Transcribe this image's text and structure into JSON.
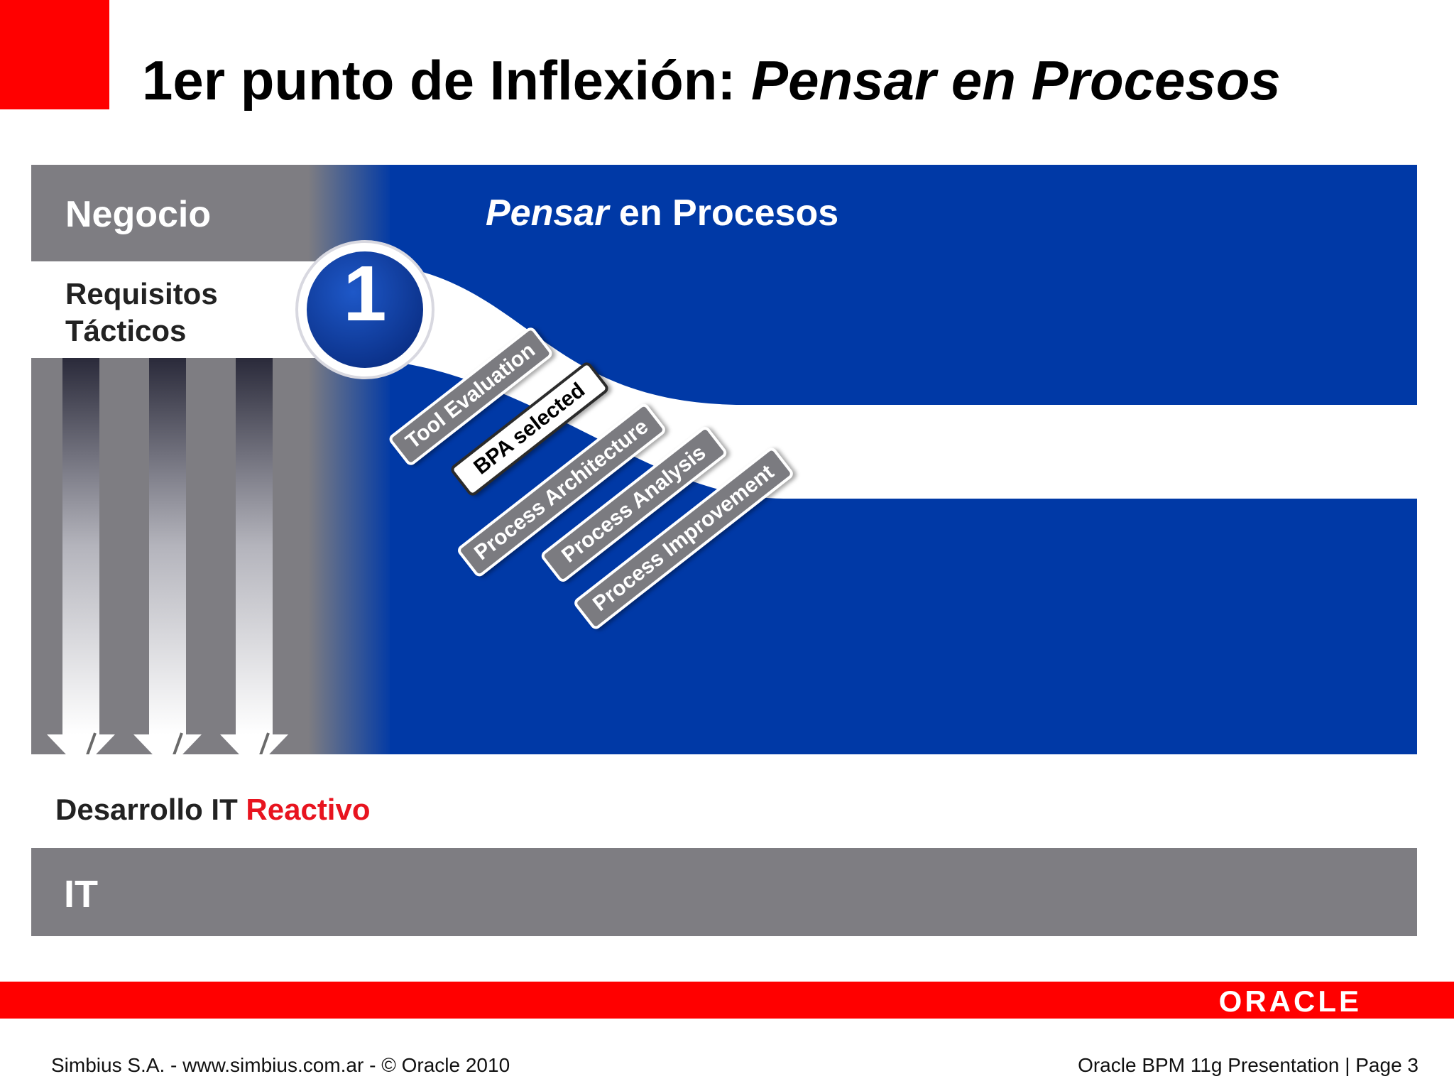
{
  "slide": {
    "title_plain": "1er punto de Inflexión: ",
    "title_italic": "Pensar en Procesos"
  },
  "diagram": {
    "negocio": "Negocio",
    "pensar_italic": "Pensar",
    "pensar_rest": " en Procesos",
    "requisitos_line1": "Requisitos",
    "requisitos_line2": "Tácticos",
    "step_number": "1",
    "steps": [
      {
        "label": "Tool Evaluation",
        "selected": false
      },
      {
        "label": "BPA selected",
        "selected": true
      },
      {
        "label": "Process Architecture",
        "selected": false
      },
      {
        "label": "Process Analysis",
        "selected": false
      },
      {
        "label": "Process Improvement",
        "selected": false
      }
    ],
    "desarrollo": "Desarrollo IT ",
    "reactivo": "Reactivo",
    "it": "IT"
  },
  "colors": {
    "brand_red": "#ff0000",
    "blue": "#0039a6",
    "gray": "#7e7d82",
    "reactivo_red": "#e8141f"
  },
  "footer": {
    "brand": "ORACLE",
    "left_text": "Simbius S.A. - www.simbius.com.ar  -     © Oracle  2010",
    "right_text": "Oracle BPM 11g Presentation | Page 3"
  }
}
